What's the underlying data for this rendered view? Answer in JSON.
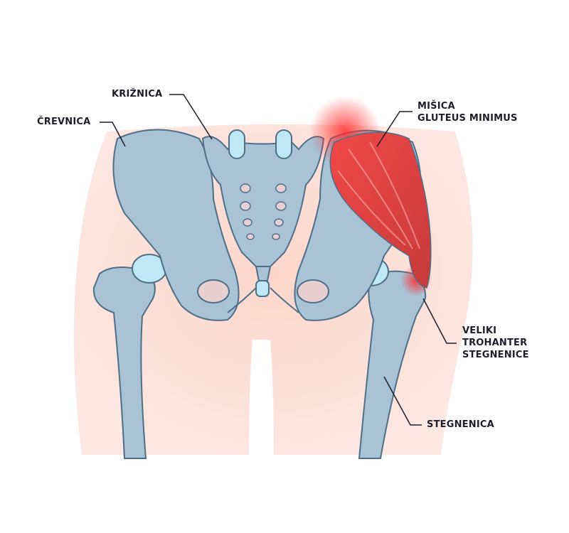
{
  "labels": {
    "krisnica": "KRIŽNICA",
    "crevnica": "ČREVNICA",
    "misica_line1": "MIŠICA",
    "misica_line2": "GLUTEUS MINIMUS",
    "trohanter_line1": "VELIKI",
    "trohanter_line2": "TROHANTER",
    "trohanter_line3": "STEGNENICE",
    "stegnenica": "STEGNENICA"
  },
  "colors": {
    "skin": "#fbd9cf",
    "bone": "#a8c2d6",
    "bone_outline": "#4f6f88",
    "cartilage": "#bfe8f7",
    "muscle": "#e04848",
    "highlight": "#ff3030",
    "leader_line": "#1e1e2a"
  }
}
